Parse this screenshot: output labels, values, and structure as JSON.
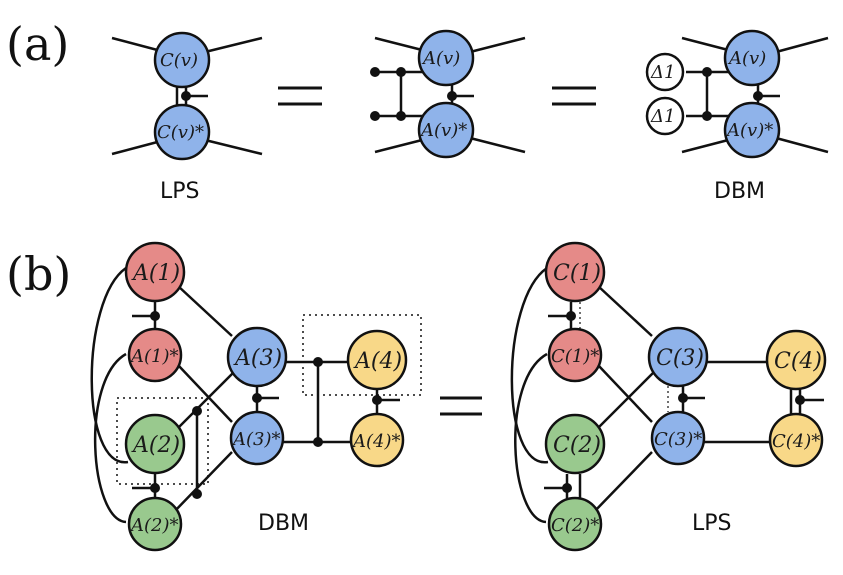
{
  "panel_a": {
    "label": "(a)",
    "left_caption": "LPS",
    "right_caption": "DBM",
    "equals": "=",
    "nodes": {
      "c_top": "C(v)",
      "c_bottom": "C(v)*",
      "a_top_mid": "A(v)",
      "a_bottom_mid": "A(v)*",
      "a_top_right": "A(v)",
      "a_bottom_right": "A(v)*",
      "delta_top": "Δ1",
      "delta_bottom": "Δ1"
    }
  },
  "panel_b": {
    "label": "(b)",
    "left_caption": "DBM",
    "right_caption": "LPS",
    "equals": "=",
    "left_nodes": {
      "a1": "A(1)",
      "a1s": "A(1)*",
      "a2": "A(2)",
      "a2s": "A(2)*",
      "a3": "A(3)",
      "a3s": "A(3)*",
      "a4": "A(4)",
      "a4s": "A(4)*"
    },
    "right_nodes": {
      "c1": "C(1)",
      "c1s": "C(1)*",
      "c2": "C(2)",
      "c2s": "C(2)*",
      "c3": "C(3)",
      "c3s": "C(3)*",
      "c4": "C(4)",
      "c4s": "C(4)*"
    }
  },
  "colors": {
    "blue": "#8fb3ea",
    "red": "#e58a88",
    "green": "#99c98e",
    "yellow": "#f8d888"
  }
}
